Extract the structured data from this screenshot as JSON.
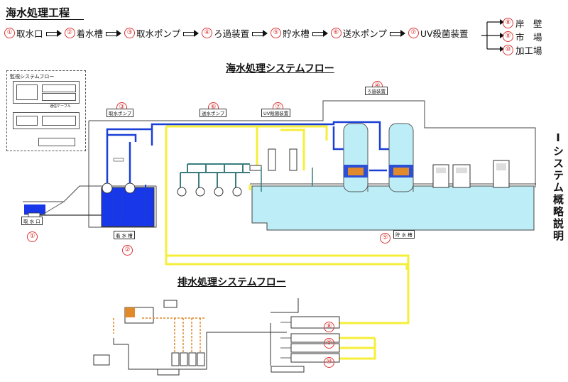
{
  "page_title": "海水処理工程",
  "steps": [
    {
      "num": "①",
      "label": "取水口"
    },
    {
      "num": "②",
      "label": "着水槽"
    },
    {
      "num": "③",
      "label": "取水ポンプ"
    },
    {
      "num": "④",
      "label": "ろ過装置"
    },
    {
      "num": "⑤",
      "label": "貯水槽"
    },
    {
      "num": "⑥",
      "label": "送水ポンプ"
    },
    {
      "num": "⑦",
      "label": "UV殺菌装置"
    }
  ],
  "destinations": [
    {
      "num": "⑧",
      "label": "岸　壁"
    },
    {
      "num": "⑨",
      "label": "市　場"
    },
    {
      "num": "⑩",
      "label": "加工場"
    }
  ],
  "flow_title": "海水処理システムフロー",
  "drain_title": "排水処理システムフロー",
  "side_title": "Ⅰシステム概略説明",
  "monitor": {
    "title": "監視システムフロー",
    "cable": "通信ケーブル"
  },
  "labels": {
    "pump3": "取水ポンプ",
    "pump6": "送水ポンプ",
    "uv7": "UV殺菌装置",
    "filter4": "ろ過装置",
    "intake1": "取 水 口",
    "tank2": "着 水 槽",
    "storage5": "貯 水 槽",
    "n1": "①",
    "n2": "②",
    "n3": "③",
    "n4": "④",
    "n5": "⑤",
    "n6": "⑥",
    "n7": "⑦",
    "n8": "⑧",
    "n9": "⑨",
    "n10": "⑩"
  },
  "colors": {
    "blue": "#1a3fd6",
    "yellow": "#f5ef3a",
    "water": "#bdeef7",
    "tank_blue": "#1737e8",
    "accent_red": "#d33333"
  }
}
